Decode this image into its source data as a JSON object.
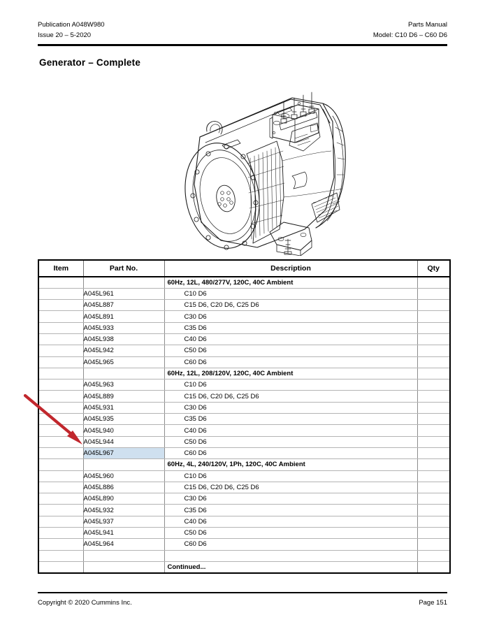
{
  "header": {
    "publication": "Publication A048W980",
    "issue": "Issue 20 – 5-2020",
    "manual_type": "Parts Manual",
    "model": "Model: C10 D6 – C60 D6"
  },
  "section": {
    "title": "Generator – Complete"
  },
  "illustration": {
    "name": "generator-assembly-line-drawing",
    "caption": ""
  },
  "table": {
    "columns": {
      "item": "Item",
      "part_no": "Part No.",
      "description": "Description",
      "qty": "Qty"
    },
    "rows": [
      {
        "kind": "group",
        "item": "",
        "part_no": "",
        "description": "60Hz, 12L, 480/277V, 120C, 40C Ambient",
        "qty": ""
      },
      {
        "kind": "part",
        "item": "",
        "part_no": "A045L961",
        "description": "C10 D6",
        "qty": ""
      },
      {
        "kind": "part",
        "item": "",
        "part_no": "A045L887",
        "description": "C15 D6, C20 D6, C25 D6",
        "qty": ""
      },
      {
        "kind": "part",
        "item": "",
        "part_no": "A045L891",
        "description": "C30 D6",
        "qty": ""
      },
      {
        "kind": "part",
        "item": "",
        "part_no": "A045L933",
        "description": "C35 D6",
        "qty": ""
      },
      {
        "kind": "part",
        "item": "",
        "part_no": "A045L938",
        "description": "C40 D6",
        "qty": ""
      },
      {
        "kind": "part",
        "item": "",
        "part_no": "A045L942",
        "description": "C50 D6",
        "qty": ""
      },
      {
        "kind": "part",
        "item": "",
        "part_no": "A045L965",
        "description": "C60 D6",
        "qty": ""
      },
      {
        "kind": "group",
        "item": "",
        "part_no": "",
        "description": "60Hz, 12L, 208/120V, 120C, 40C Ambient",
        "qty": ""
      },
      {
        "kind": "part",
        "item": "",
        "part_no": "A045L963",
        "description": "C10 D6",
        "qty": ""
      },
      {
        "kind": "part",
        "item": "",
        "part_no": "A045L889",
        "description": "C15 D6, C20 D6, C25 D6",
        "qty": ""
      },
      {
        "kind": "part",
        "item": "",
        "part_no": "A045L931",
        "description": "C30 D6",
        "qty": ""
      },
      {
        "kind": "part",
        "item": "",
        "part_no": "A045L935",
        "description": "C35 D6",
        "qty": ""
      },
      {
        "kind": "part",
        "item": "",
        "part_no": "A045L940",
        "description": "C40 D6",
        "qty": ""
      },
      {
        "kind": "part",
        "item": "",
        "part_no": "A045L944",
        "description": "C50 D6",
        "qty": ""
      },
      {
        "kind": "part",
        "item": "",
        "part_no": "A045L967",
        "description": "C60 D6",
        "qty": "",
        "highlighted": true
      },
      {
        "kind": "group",
        "item": "",
        "part_no": "",
        "description": "60Hz, 4L, 240/120V, 1Ph, 120C, 40C Ambient",
        "qty": ""
      },
      {
        "kind": "part",
        "item": "",
        "part_no": "A045L960",
        "description": "C10 D6",
        "qty": ""
      },
      {
        "kind": "part",
        "item": "",
        "part_no": "A045L886",
        "description": "C15 D6, C20 D6, C25 D6",
        "qty": ""
      },
      {
        "kind": "part",
        "item": "",
        "part_no": "A045L890",
        "description": "C30 D6",
        "qty": ""
      },
      {
        "kind": "part",
        "item": "",
        "part_no": "A045L932",
        "description": "C35 D6",
        "qty": ""
      },
      {
        "kind": "part",
        "item": "",
        "part_no": "A045L937",
        "description": "C40 D6",
        "qty": ""
      },
      {
        "kind": "part",
        "item": "",
        "part_no": "A045L941",
        "description": "C50 D6",
        "qty": ""
      },
      {
        "kind": "part",
        "item": "",
        "part_no": "A045L964",
        "description": "C60 D6",
        "qty": ""
      },
      {
        "kind": "blank",
        "item": "",
        "part_no": "",
        "description": "",
        "qty": ""
      },
      {
        "kind": "continued",
        "item": "",
        "part_no": "",
        "description": "Continued...",
        "qty": ""
      }
    ]
  },
  "annotation": {
    "type": "arrow",
    "color": "#c1272d",
    "points_to": "A045L967"
  },
  "footer": {
    "copyright": "Copyright © 2020  Cummins Inc.",
    "page": "Page 151"
  },
  "colors": {
    "highlight": "#cfe0ef",
    "annotation": "#c1272d",
    "rule": "#000000"
  }
}
